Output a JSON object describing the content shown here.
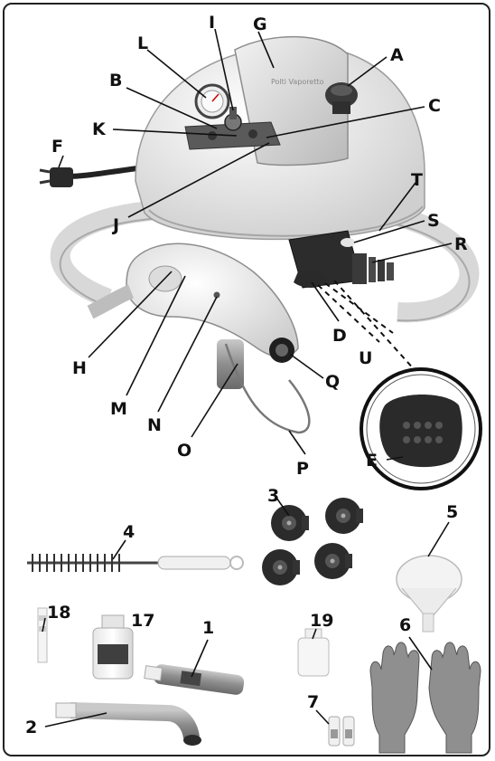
{
  "labels": {
    "A": "A",
    "B": "B",
    "C": "C",
    "D": "D",
    "E": "E",
    "F": "F",
    "G": "G",
    "H": "H",
    "I": "I",
    "J": "J",
    "K": "K",
    "L": "L",
    "M": "M",
    "N": "N",
    "O": "O",
    "P": "P",
    "Q": "Q",
    "R": "R",
    "S": "S",
    "T": "T",
    "U": "U",
    "n1": "1",
    "n2": "2",
    "n3": "3",
    "n4": "4",
    "n5": "5",
    "n6": "6",
    "n7": "7",
    "n17": "17",
    "n18": "18",
    "n19": "19"
  }
}
